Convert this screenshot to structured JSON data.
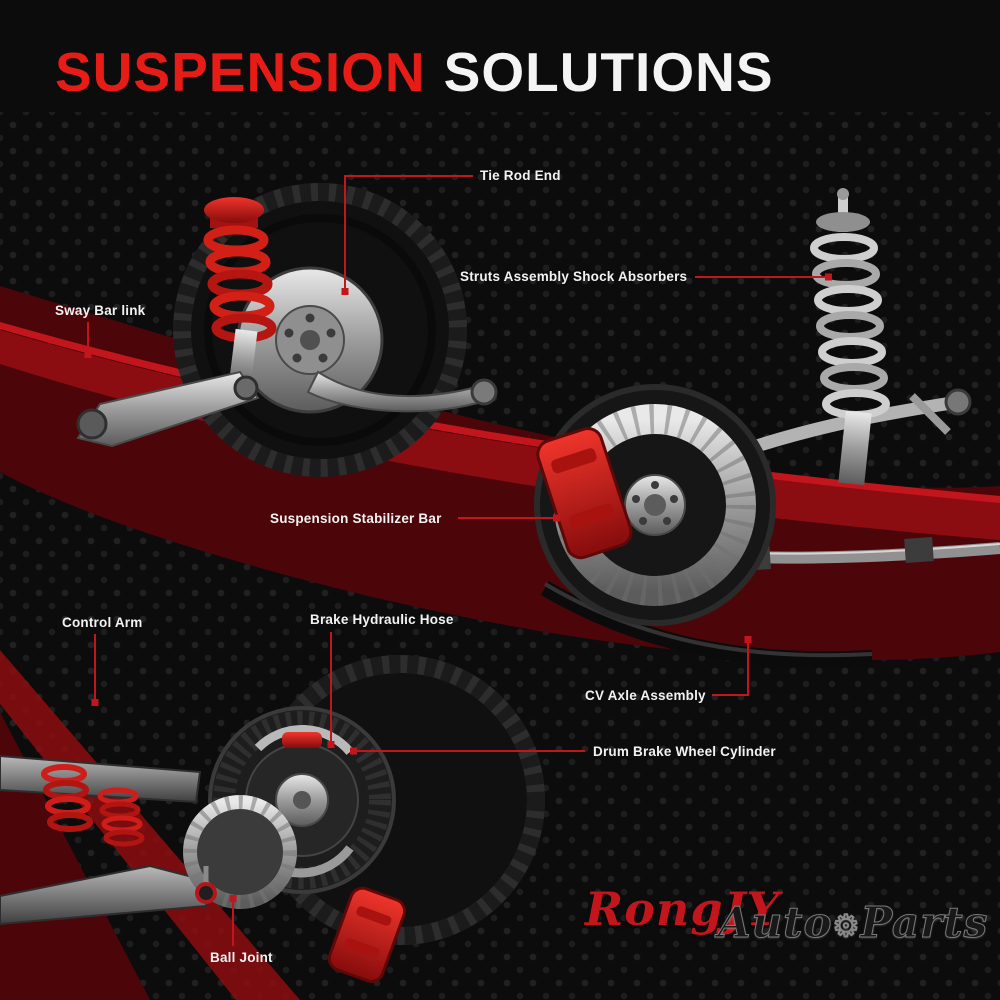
{
  "title": {
    "red": "SUSPENSION",
    "white": "SOLUTIONS"
  },
  "callouts": {
    "tie_rod_end": "Tie Rod End",
    "struts": "Struts Assembly Shock Absorbers",
    "sway_bar_link": "Sway Bar link",
    "stabilizer_bar": "Suspension Stabilizer Bar",
    "control_arm": "Control Arm",
    "brake_hose": "Brake Hydraulic Hose",
    "cv_axle": "CV Axle Assembly",
    "drum_brake_cylinder": "Drum Brake Wheel Cylinder",
    "ball_joint": "Ball Joint"
  },
  "brand": {
    "script": "RongJY",
    "word_a": "Auto",
    "gear_icon": "⚙",
    "word_b": "Parts"
  },
  "colors": {
    "accent_red": "#e81c16",
    "leader_line_red": "#c3161c",
    "swoosh_dark_red": "#5a070a",
    "background": "#0c0c0c",
    "label_text": "#f2f2f2"
  }
}
